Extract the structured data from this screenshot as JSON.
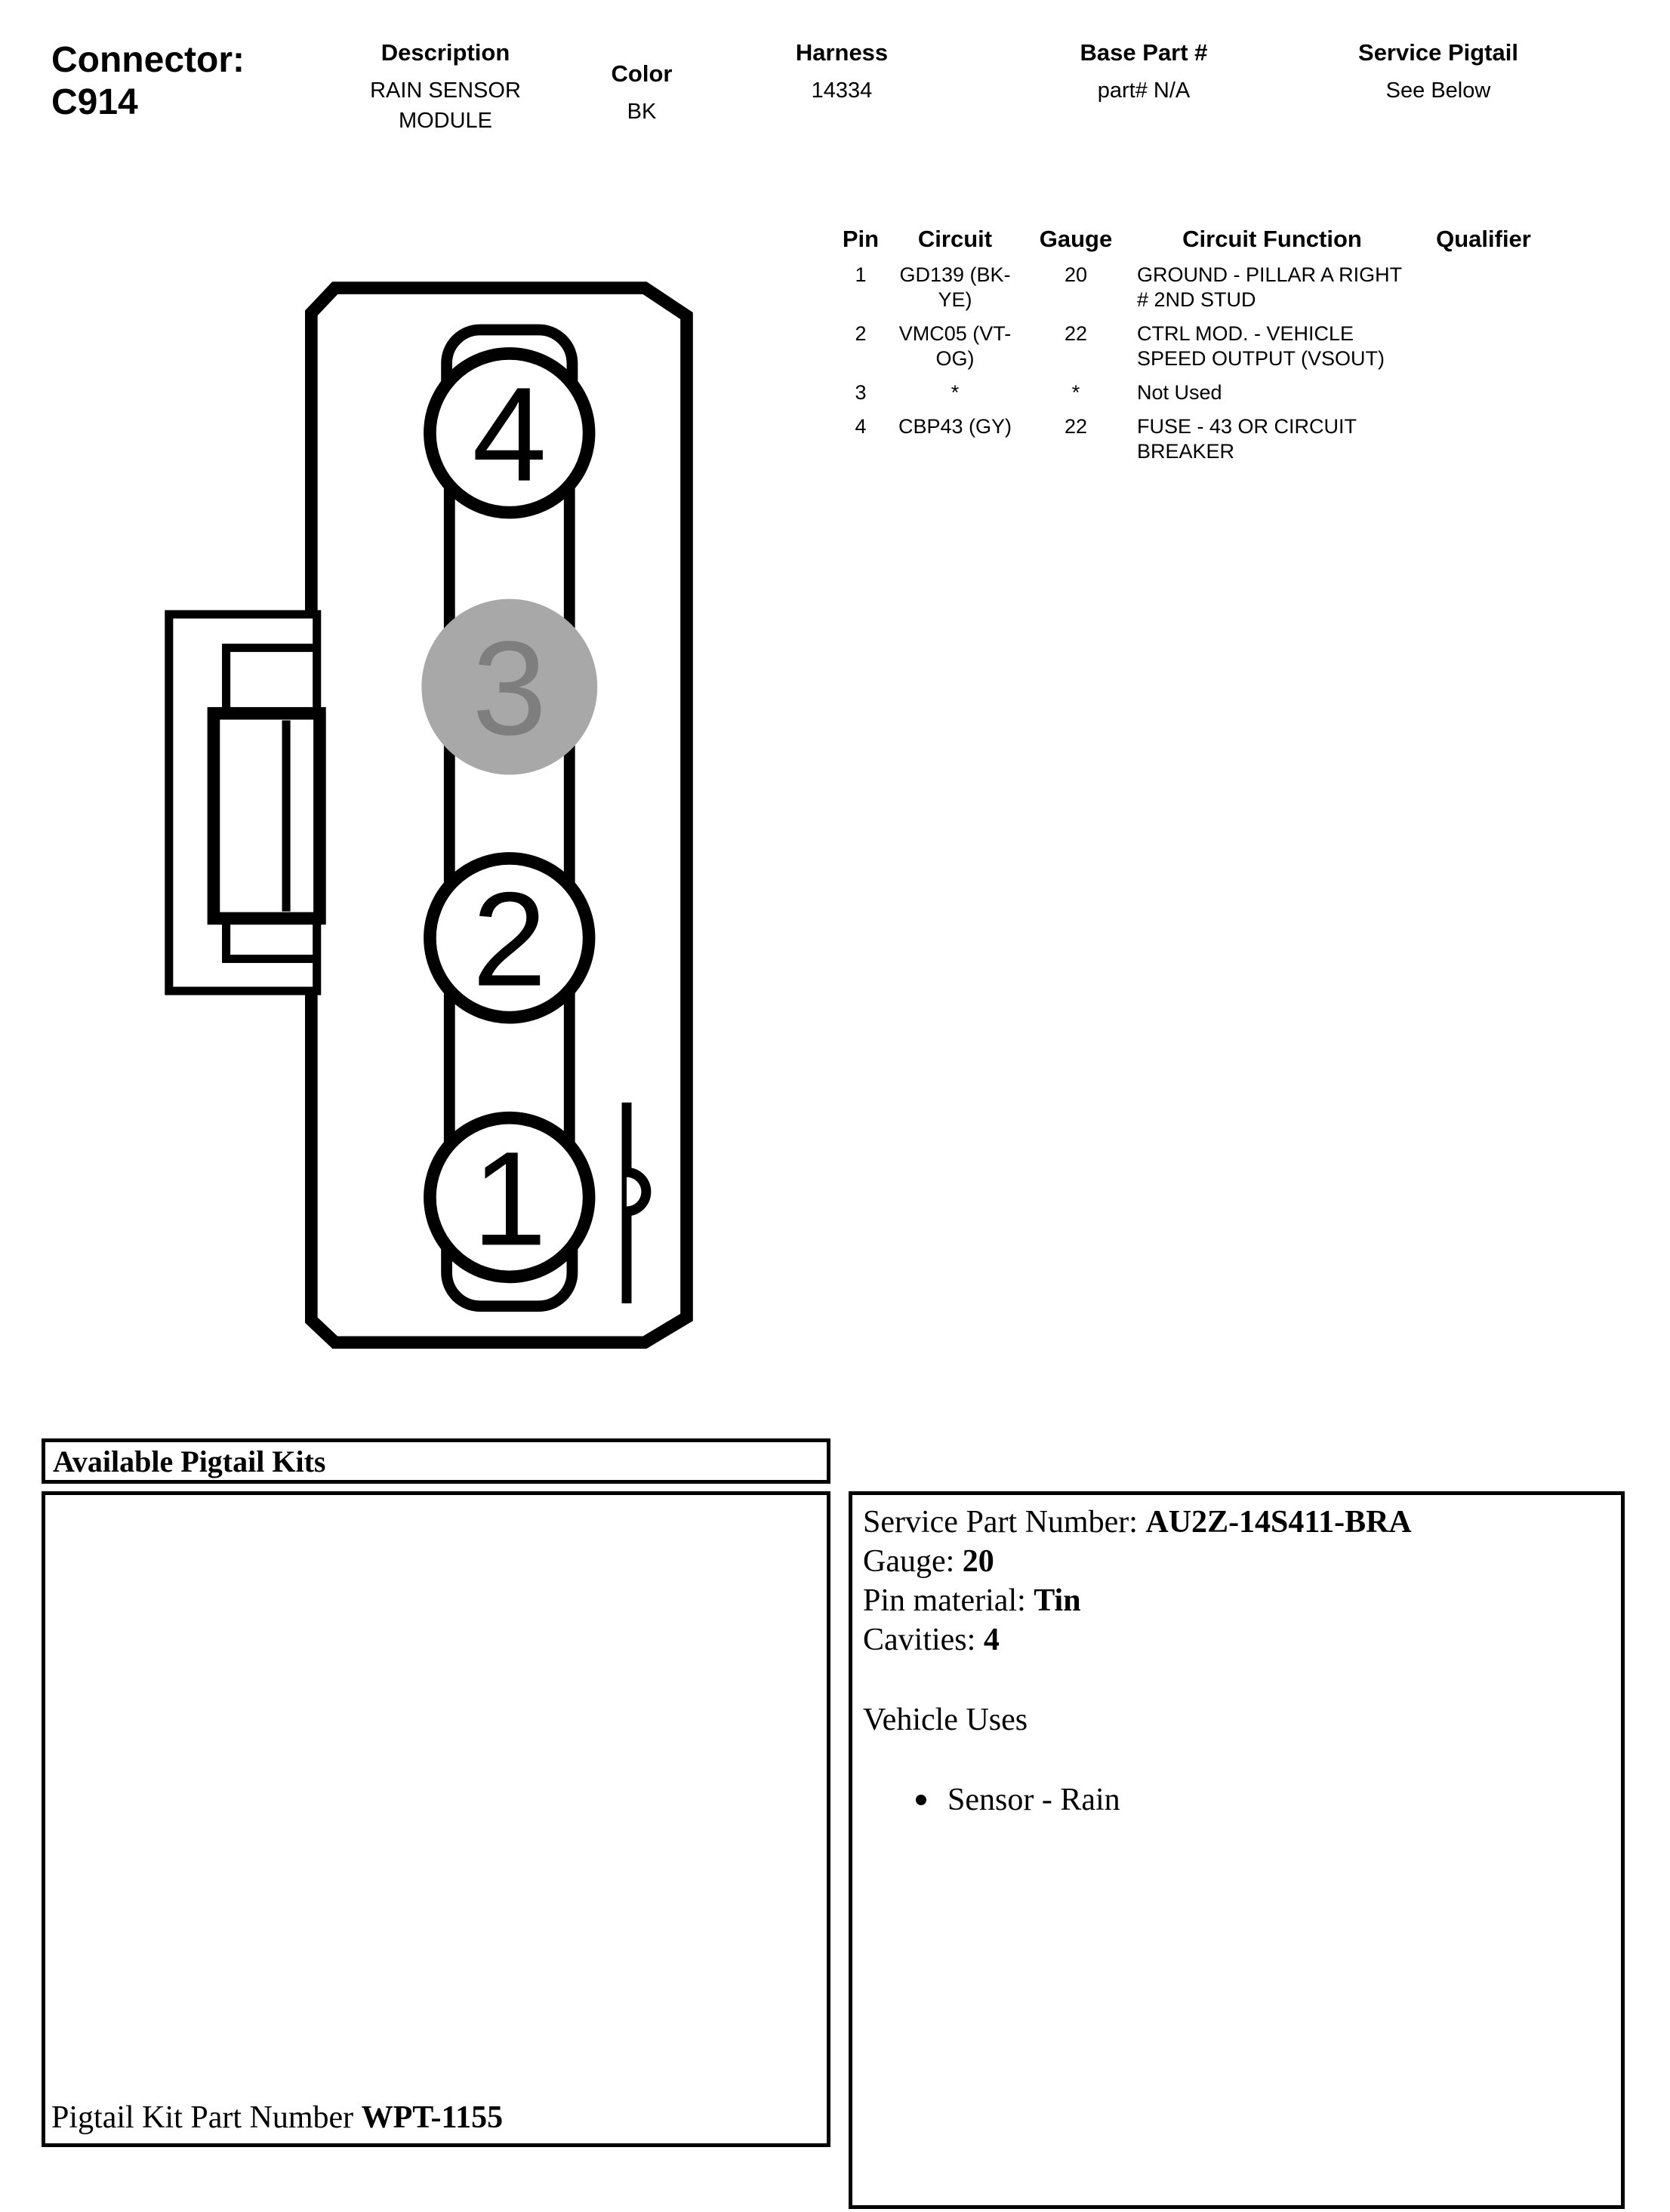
{
  "header": {
    "connector_label": "Connector:",
    "connector_id": "C914",
    "description_label": "Description",
    "description_value": "RAIN SENSOR MODULE",
    "color_label": "Color",
    "color_value": "BK",
    "harness_label": "Harness",
    "harness_value": "14334",
    "base_part_label": "Base Part #",
    "base_part_value": "part# N/A",
    "service_pigtail_label": "Service Pigtail",
    "service_pigtail_value": "See Below"
  },
  "pin_table": {
    "headers": {
      "pin": "Pin",
      "circuit": "Circuit",
      "gauge": "Gauge",
      "function": "Circuit Function",
      "qualifier": "Qualifier"
    },
    "rows": [
      {
        "pin": "1",
        "circuit": "GD139 (BK-YE)",
        "gauge": "20",
        "function": "GROUND - PILLAR A RIGHT # 2ND STUD",
        "qualifier": ""
      },
      {
        "pin": "2",
        "circuit": "VMC05 (VT-OG)",
        "gauge": "22",
        "function": "CTRL MOD. - VEHICLE SPEED OUTPUT (VSOUT)",
        "qualifier": ""
      },
      {
        "pin": "3",
        "circuit": "*",
        "gauge": "*",
        "function": "Not Used",
        "qualifier": ""
      },
      {
        "pin": "4",
        "circuit": "CBP43 (GY)",
        "gauge": "22",
        "function": "FUSE - 43 OR CIRCUIT BREAKER",
        "qualifier": ""
      }
    ]
  },
  "diagram": {
    "pin_numbers": [
      "4",
      "3",
      "2",
      "1"
    ],
    "outline_color": "#000000",
    "unused_pin_fill": "#a8a8a8",
    "unused_pin_number_color": "#7e7e7e"
  },
  "pigtail_kits": {
    "title": "Available Pigtail Kits",
    "kit_part_label": "Pigtail Kit Part Number",
    "kit_part_number": "WPT-1155"
  },
  "service_details": {
    "service_part_label": "Service Part Number:",
    "service_part_number": "AU2Z-14S411-BRA",
    "gauge_label": "Gauge:",
    "gauge_value": "20",
    "pin_material_label": "Pin material:",
    "pin_material_value": "Tin",
    "cavities_label": "Cavities:",
    "cavities_value": "4",
    "vehicle_uses_title": "Vehicle Uses",
    "vehicle_uses": [
      "Sensor - Rain"
    ]
  }
}
